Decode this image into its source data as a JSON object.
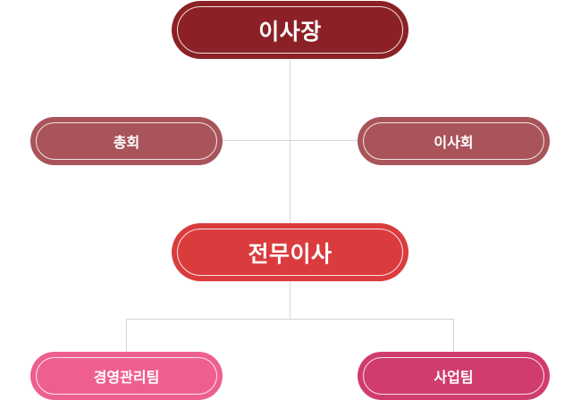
{
  "org_chart": {
    "chairman": {
      "label": "이사장",
      "color": "#8b2126"
    },
    "general_assembly": {
      "label": "총회",
      "color": "#a8545a"
    },
    "board": {
      "label": "이사회",
      "color": "#a8545a"
    },
    "managing_director": {
      "label": "전무이사",
      "color": "#da3c3e"
    },
    "management_team": {
      "label": "경영관리팀",
      "color": "#ee5f8f"
    },
    "business_team": {
      "label": "사업팀",
      "color": "#cf3c6d"
    },
    "connector_color": "#d6d6d6"
  }
}
